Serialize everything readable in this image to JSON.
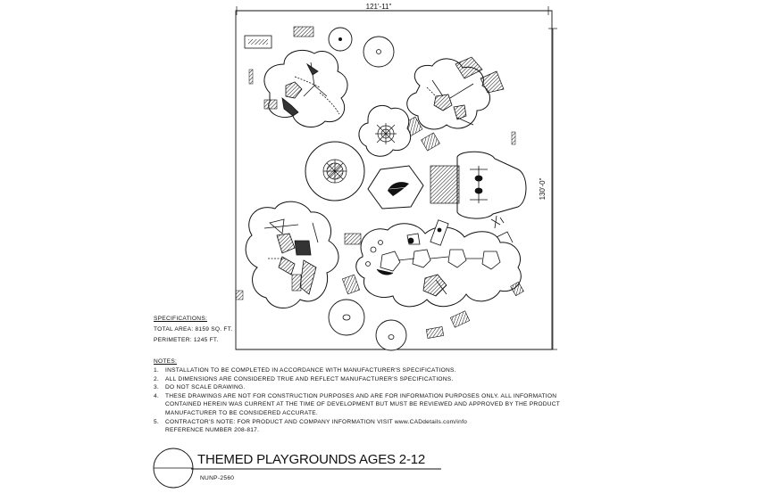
{
  "drawing": {
    "width_dim": "121'-11\"",
    "height_dim": "130'-0\""
  },
  "specifications": {
    "heading": "SPECIFICATIONS:",
    "total_area": "TOTAL AREA:  8159 SQ. FT.",
    "perimeter": "PERIMETER:  1245 FT."
  },
  "notes": {
    "heading": "NOTES:",
    "items": [
      {
        "num": "1.",
        "lines": [
          "INSTALLATION TO BE COMPLETED IN ACCORDANCE WITH MANUFACTURER'S SPECIFICATIONS."
        ]
      },
      {
        "num": "2.",
        "lines": [
          "ALL DIMENSIONS ARE CONSIDERED TRUE AND REFLECT MANUFACTURER'S SPECIFICATIONS."
        ]
      },
      {
        "num": "3.",
        "lines": [
          "DO NOT SCALE DRAWING."
        ]
      },
      {
        "num": "4.",
        "lines": [
          "THESE DRAWINGS ARE NOT FOR CONSTRUCTION PURPOSES AND ARE FOR INFORMATION PURPOSES ONLY. ALL INFORMATION",
          "CONTAINED HEREIN WAS CURRENT AT THE TIME OF DEVELOPMENT BUT MUST BE REVIEWED AND APPROVED BY THE PRODUCT",
          "MANUFACTURER TO BE CONSIDERED ACCURATE."
        ]
      },
      {
        "num": "5.",
        "lines": [
          "CONTRACTOR'S NOTE: FOR PRODUCT AND COMPANY INFORMATION VISIT www.CADdetails.com/info",
          "REFERENCE NUMBER 208-817."
        ]
      }
    ]
  },
  "title_block": {
    "title": "THEMED PLAYGROUNDS AGES 2-12",
    "code": "NUNP-2560"
  }
}
